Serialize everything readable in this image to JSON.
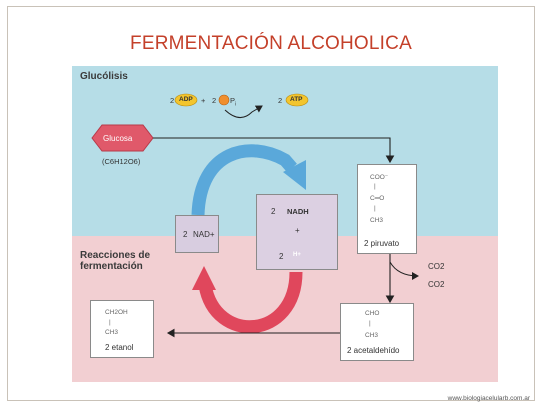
{
  "title": "FERMENTACIÓN ALCOHOLICA",
  "glycolysis": {
    "label": "Glucólisis",
    "glucose": "Glucosa",
    "formula": "(C6H12O6)",
    "adp_coef": "2",
    "adp": "ADP",
    "plus": "+",
    "pi_coef": "2",
    "pi": "P",
    "pi_sub": "i",
    "atp_coef": "2",
    "atp": "ATP"
  },
  "fermentation": {
    "label_line1": "Reacciones de",
    "label_line2": "fermentación"
  },
  "nad": {
    "coef": "2",
    "name": "NAD+"
  },
  "nadh": {
    "coef": "2",
    "name": "NADH",
    "plus": "+",
    "h_coef": "2",
    "h": "H+"
  },
  "pyruvate": {
    "line1": "COO⁻",
    "line2": "C═O",
    "line3": "CH3",
    "label": "2 piruvato"
  },
  "co2": {
    "line1": "CO2",
    "line2": "CO2"
  },
  "acetaldehyde": {
    "line1": "CHO",
    "line2": "CH3",
    "label": "2 acetaldehído"
  },
  "ethanol": {
    "line1": "CH2OH",
    "line2": "CH3",
    "label": "2 etanol"
  },
  "footer": "www.biologiacelularb.com.ar",
  "colors": {
    "title": "#c4402a",
    "band_top": "#b6dde7",
    "band_bottom": "#f2cfd2",
    "blue_arrow": "#5aa8da",
    "red_arrow": "#e0475c",
    "badge": "#f3c52e",
    "glucose": "#e0596a"
  }
}
